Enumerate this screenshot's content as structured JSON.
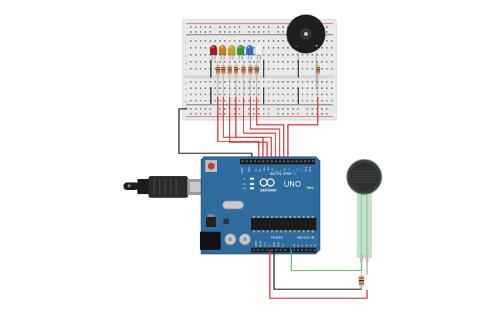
{
  "board": {
    "brand_label": "ARDUINO",
    "model_label": "UNO",
    "digital_header_label": "DIGITAL (PWM ~)",
    "power_header_label": "POWER",
    "analog_header_label": "ANALOG IN",
    "aref_label": "AREF",
    "gnd_label": "GND",
    "digital_pins": [
      "13",
      "12",
      "~11",
      "~10",
      "~9",
      "8",
      "7",
      "~6",
      "~5",
      "4",
      "~3",
      "2",
      "TX 1",
      "RX 0"
    ],
    "power_pins": [
      "IOREF",
      "RESET",
      "3.3V",
      "5V",
      "GND",
      "GND",
      "Vin"
    ],
    "analog_pins": [
      "A0",
      "A1",
      "A2",
      "A3",
      "A4",
      "A5"
    ],
    "led_labels": [
      "L",
      "TX",
      "RX"
    ],
    "on_label": "ON"
  },
  "breadboard": {
    "row_letters_top": [
      "j",
      "i",
      "h",
      "g",
      "f"
    ],
    "row_letters_bottom": [
      "e",
      "d",
      "c",
      "b",
      "a"
    ]
  },
  "buzzer": {
    "minus_label": "−",
    "plus_label": "+"
  },
  "leds": [
    {
      "color": "#a0201c"
    },
    {
      "color": "#c9801a"
    },
    {
      "color": "#c9a21c"
    },
    {
      "color": "#2f9a2f"
    },
    {
      "color": "#2f6fcf"
    },
    {
      "color": "#f2f2f2"
    }
  ],
  "colors": {
    "wire_red": "#e0262b",
    "wire_black": "#222222",
    "wire_green": "#3cb043",
    "board_blue": "#2e6b9e",
    "breadboard": "#e9e9e9"
  }
}
